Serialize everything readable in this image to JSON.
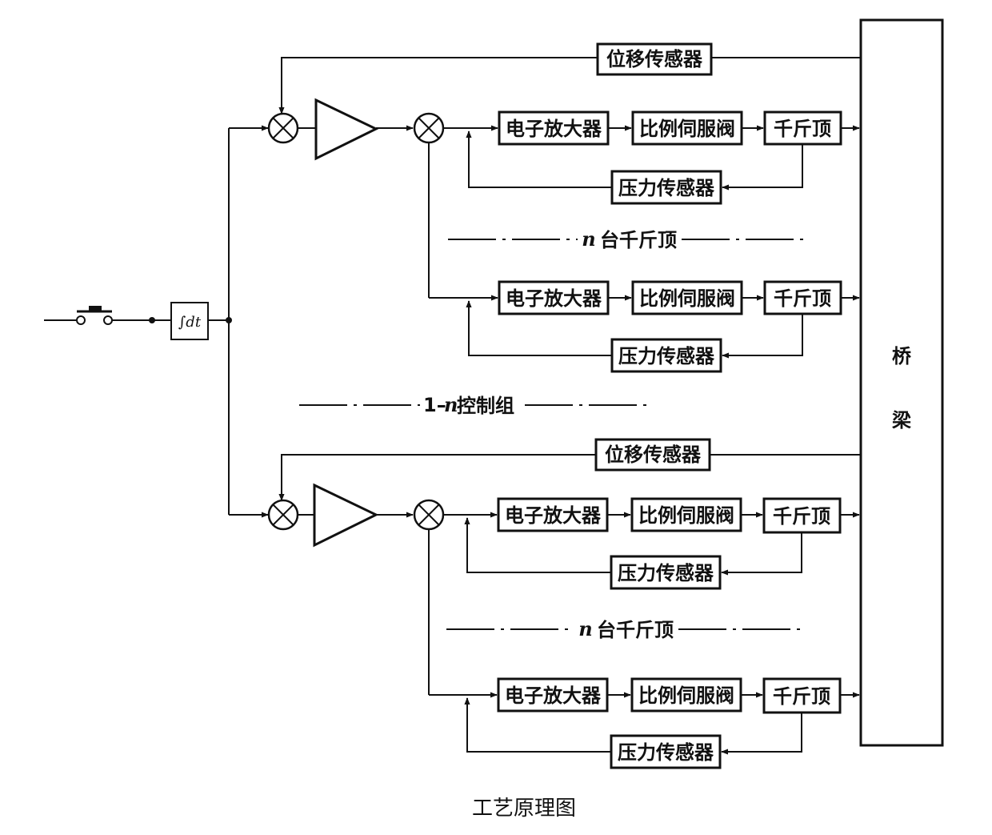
{
  "labels": {
    "displacement_sensor": "位移传感器",
    "electronic_amplifier": "电子放大器",
    "proportional_servo_valve": "比例伺服阀",
    "jack": "千斤顶",
    "pressure_sensor": "压力传感器",
    "integrator": "∫dt",
    "bridge": [
      "桥",
      "梁"
    ]
  },
  "notes": {
    "n_jacks": "台千斤顶",
    "n_var": "n",
    "control_groups": "控制组",
    "control_groups_prefix": "1–"
  },
  "caption": "工艺原理图"
}
